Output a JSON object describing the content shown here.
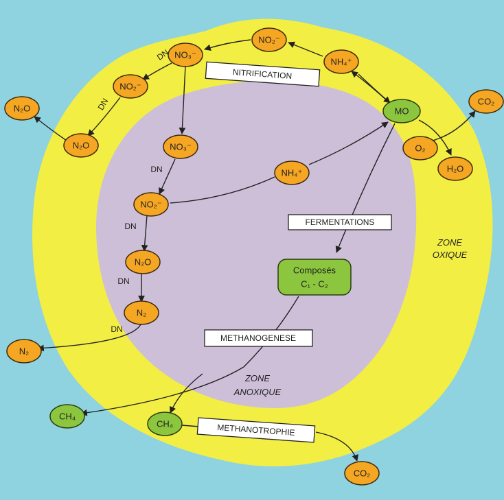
{
  "colors": {
    "water": "#8fd3e0",
    "oxic": "#f2ee44",
    "anoxic": "#cdbfd8",
    "orange_node": "#f5a623",
    "green_node": "#8cc63f"
  },
  "nodes": {
    "no2_top": "NO₂⁻",
    "no3_top": "NO₃⁻",
    "no2_left": "NO₂⁻",
    "n2o_left": "N₂O",
    "n2o_out": "N₂O",
    "nh4_top": "NH₄⁺",
    "mo": "MO",
    "co2_right": "CO₂",
    "o2": "O₂",
    "h2o": "H₂O",
    "no3_in": "NO₃⁻",
    "nh4_in": "NH₄⁺",
    "no2_in": "NO₂⁻",
    "n2o_in": "N₂O",
    "n2_in": "N₂",
    "n2_out": "N₂",
    "ch4_out": "CH₄",
    "ch4_in": "CH₄",
    "co2_bottom": "CO₂"
  },
  "compounds": {
    "line1": "Composés",
    "line2": "C₁ - C₂"
  },
  "processes": {
    "nitrification": "NITRIFICATION",
    "fermentations": "FERMENTATIONS",
    "methanogenese": "METHANOGENESE",
    "methanotrophie": "METHANOTROPHIE"
  },
  "dn_label": "DN",
  "zones": {
    "oxic_1": "ZONE",
    "oxic_2": "OXIQUE",
    "anoxic_1": "ZONE",
    "anoxic_2": "ANOXIQUE"
  }
}
